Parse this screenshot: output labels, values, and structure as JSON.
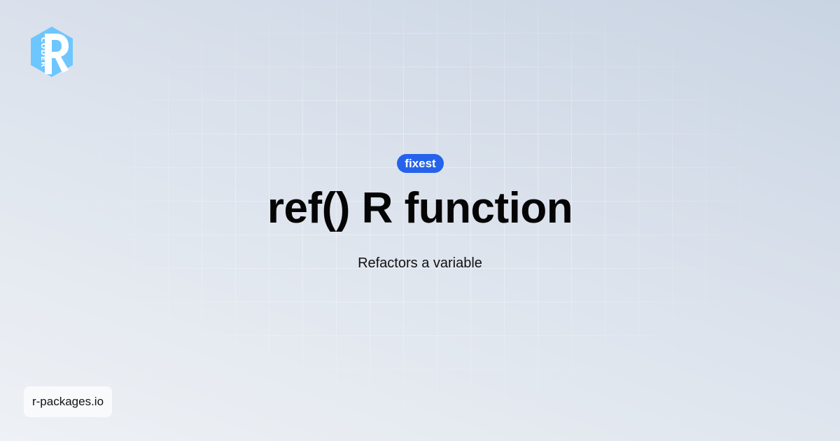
{
  "logo": {
    "text": "CODER R",
    "color": "#6ec6ff"
  },
  "badge": {
    "label": "fixest",
    "color": "#2563eb"
  },
  "title": "ref() R function",
  "subtitle": "Refactors a variable",
  "site": "r-packages.io"
}
